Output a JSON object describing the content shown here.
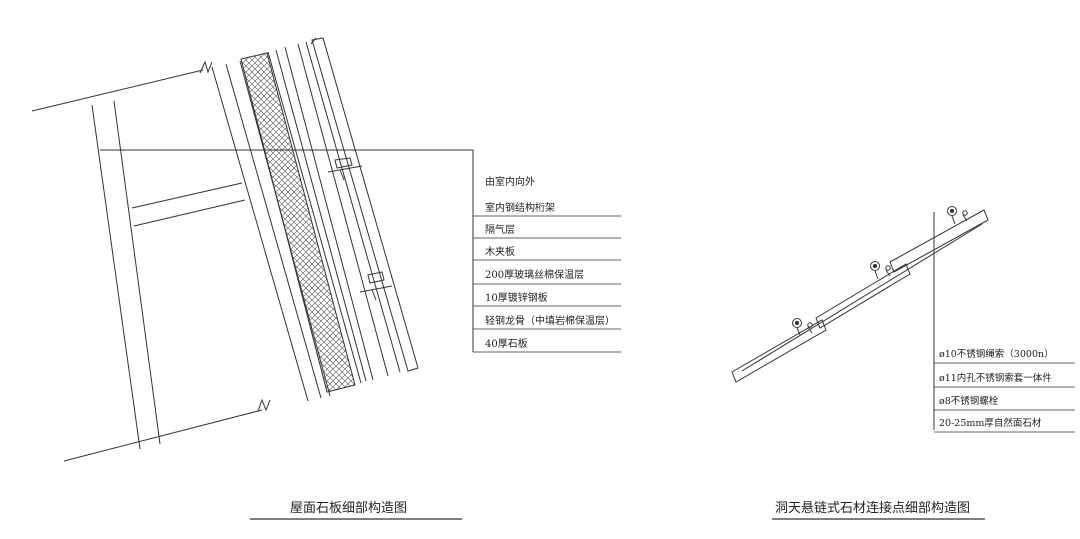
{
  "left_detail": {
    "title": "屋面石板细部构造图",
    "labels": [
      "由室内向外",
      "室内钢结构桁架",
      "隔气层",
      "木夹板",
      "200厚玻璃丝棉保温层",
      "10厚镀锌钢板",
      "轻钢龙骨（中填岩棉保温层）",
      "40厚石板"
    ]
  },
  "right_detail": {
    "title": "洞天悬链式石材连接点细部构造图",
    "labels": [
      "ø10不锈钢绳索（3000n）",
      "ø11内孔不锈钢索套一体件",
      "ø8不锈钢螺栓",
      "20-25mm厚自然面石材"
    ]
  }
}
